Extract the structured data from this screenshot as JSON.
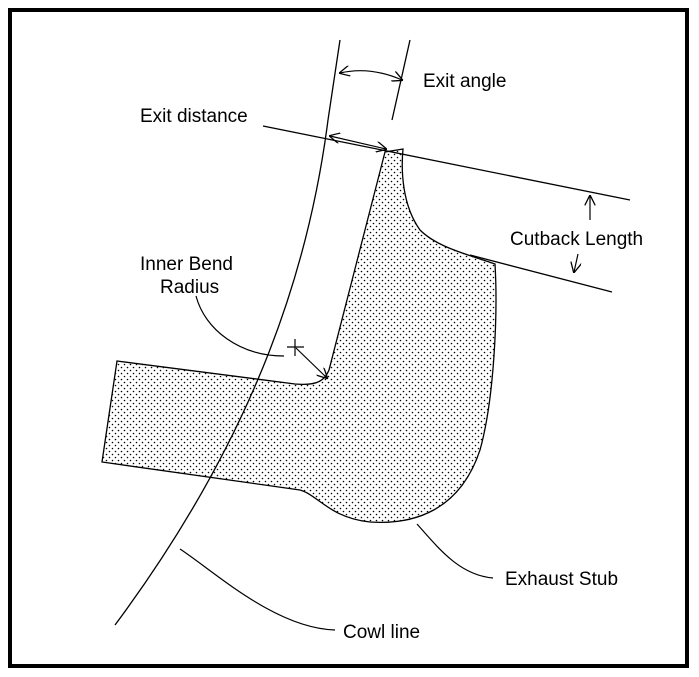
{
  "diagram": {
    "labels": {
      "exit_angle": "Exit angle",
      "exit_distance": "Exit distance",
      "cutback_length_word1": "Cutback",
      "cutback_length_word2": "Length",
      "inner_bend_line1": "Inner Bend",
      "inner_bend_line2": "Radius",
      "exhaust_stub": "Exhaust Stub",
      "cowl_line": "Cowl line"
    },
    "colors": {
      "stroke": "#000000",
      "stipple": "#000000",
      "background": "#ffffff"
    }
  }
}
